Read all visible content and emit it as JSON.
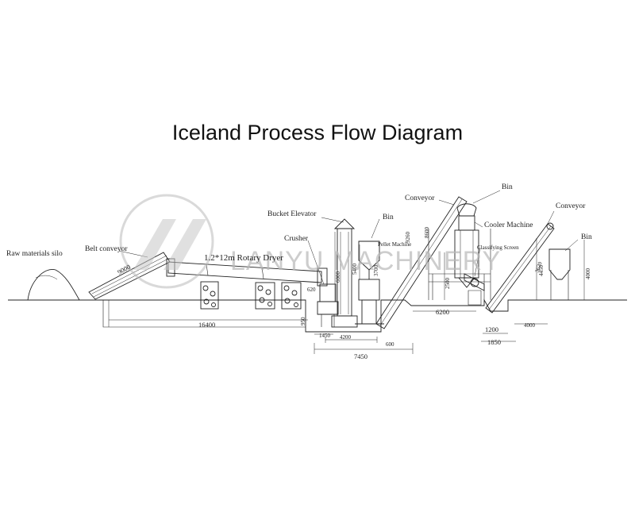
{
  "title": "Iceland Process Flow Diagram",
  "watermark": "LANYU MACHINERY",
  "labels": {
    "raw_materials_silo": "Raw materials silo",
    "belt_conveyor": "Belt conveyor",
    "belt_length": "9000",
    "rotary_dryer": "1.2*12m Rotary Dryer",
    "bucket_elevator": "Bucket Elevator",
    "bin_1": "Bin",
    "crusher": "Crusher",
    "pellet_machine": "Pellet Machine",
    "conveyor_1": "Conveyor",
    "bin_2": "Bin",
    "cooler_machine": "Cooler Machine",
    "classifying_screen": "Classifying Screen",
    "conveyor_2": "Conveyor",
    "bin_3": "Bin"
  },
  "dimensions": {
    "d16400": "16400",
    "d7450": "7450",
    "d4200": "4200",
    "d1450": "1450",
    "d600": "600",
    "d950": "950",
    "d6000": "6000",
    "d5400": "5400",
    "d3700": "3700",
    "d620": "620",
    "d6200": "6200",
    "d2500": "2500",
    "d1200": "1200",
    "d1850": "1850",
    "d4000a": "4000",
    "d4450": "4450",
    "d4000b": "4000",
    "d9260": "9260",
    "d8600": "8600",
    "d3620": "3620"
  }
}
